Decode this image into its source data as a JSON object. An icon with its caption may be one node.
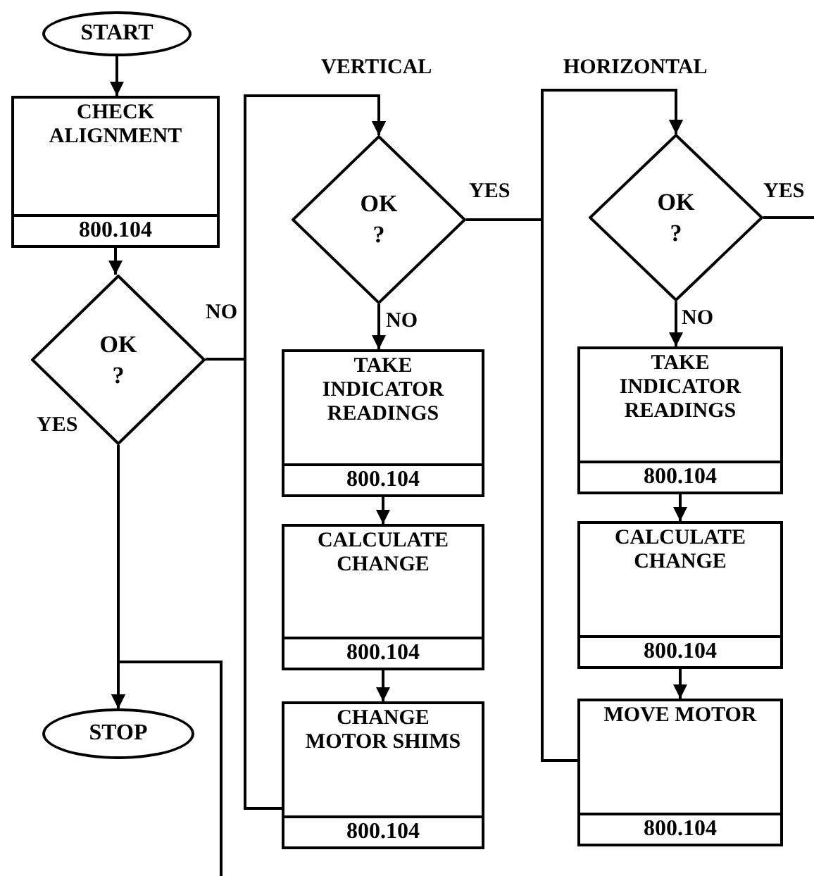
{
  "diagram": {
    "nodes": [
      {
        "text": [
          "START"
        ]
      },
      {
        "text": [
          "CHECK ALIGNMENT",
          "800.104"
        ]
      },
      {
        "text": [
          "OK",
          "?"
        ]
      },
      {
        "text": [
          "STOP"
        ]
      },
      {
        "text": [
          "OK",
          "?"
        ]
      },
      {
        "text": [
          "TAKE INDICATOR READINGS",
          "800.104"
        ]
      },
      {
        "text": [
          "CALCULATE CHANGE",
          "800.104"
        ]
      },
      {
        "text": [
          "CHANGE MOTOR SHIMS",
          "800.104"
        ]
      },
      {
        "text": [
          "OK",
          "?"
        ]
      },
      {
        "text": [
          "TAKE INDICATOR READINGS",
          "800.104"
        ]
      },
      {
        "text": [
          "CALCULATE CHANGE",
          "800.104"
        ]
      },
      {
        "text": [
          "MOVE MOTOR",
          "800.104"
        ]
      }
    ],
    "edges": [
      {
        "from": 0,
        "to": 1,
        "arrow": "to"
      },
      {
        "from": 1,
        "to": 2,
        "arrow": "to"
      },
      {
        "from": 2,
        "to": 4,
        "arrow": "to",
        "label": "NO"
      },
      {
        "from": 2,
        "to": 3,
        "arrow": "to",
        "label": "YES"
      },
      {
        "from": 7,
        "to": 4,
        "arrow": "to"
      },
      {
        "from": 4,
        "to": 8,
        "arrow": "to",
        "label": "YES"
      },
      {
        "from": 4,
        "to": 5,
        "arrow": "to",
        "label": "NO"
      },
      {
        "from": 5,
        "to": 6,
        "arrow": "to"
      },
      {
        "from": 6,
        "to": 7,
        "arrow": "to"
      },
      {
        "from": 11,
        "to": 8,
        "arrow": "to"
      },
      {
        "from": 8,
        "to": 9,
        "arrow": "to",
        "label": "NO"
      },
      {
        "from": 9,
        "to": 10,
        "arrow": "to"
      },
      {
        "from": 10,
        "to": 11,
        "arrow": "to"
      },
      {
        "from": 8,
        "to": null,
        "arrow": "none",
        "label": "YES"
      },
      {
        "from": null,
        "to": 3,
        "arrow": "to"
      }
    ],
    "labels": [
      "VERTICAL",
      "HORIZONTAL"
    ]
  }
}
